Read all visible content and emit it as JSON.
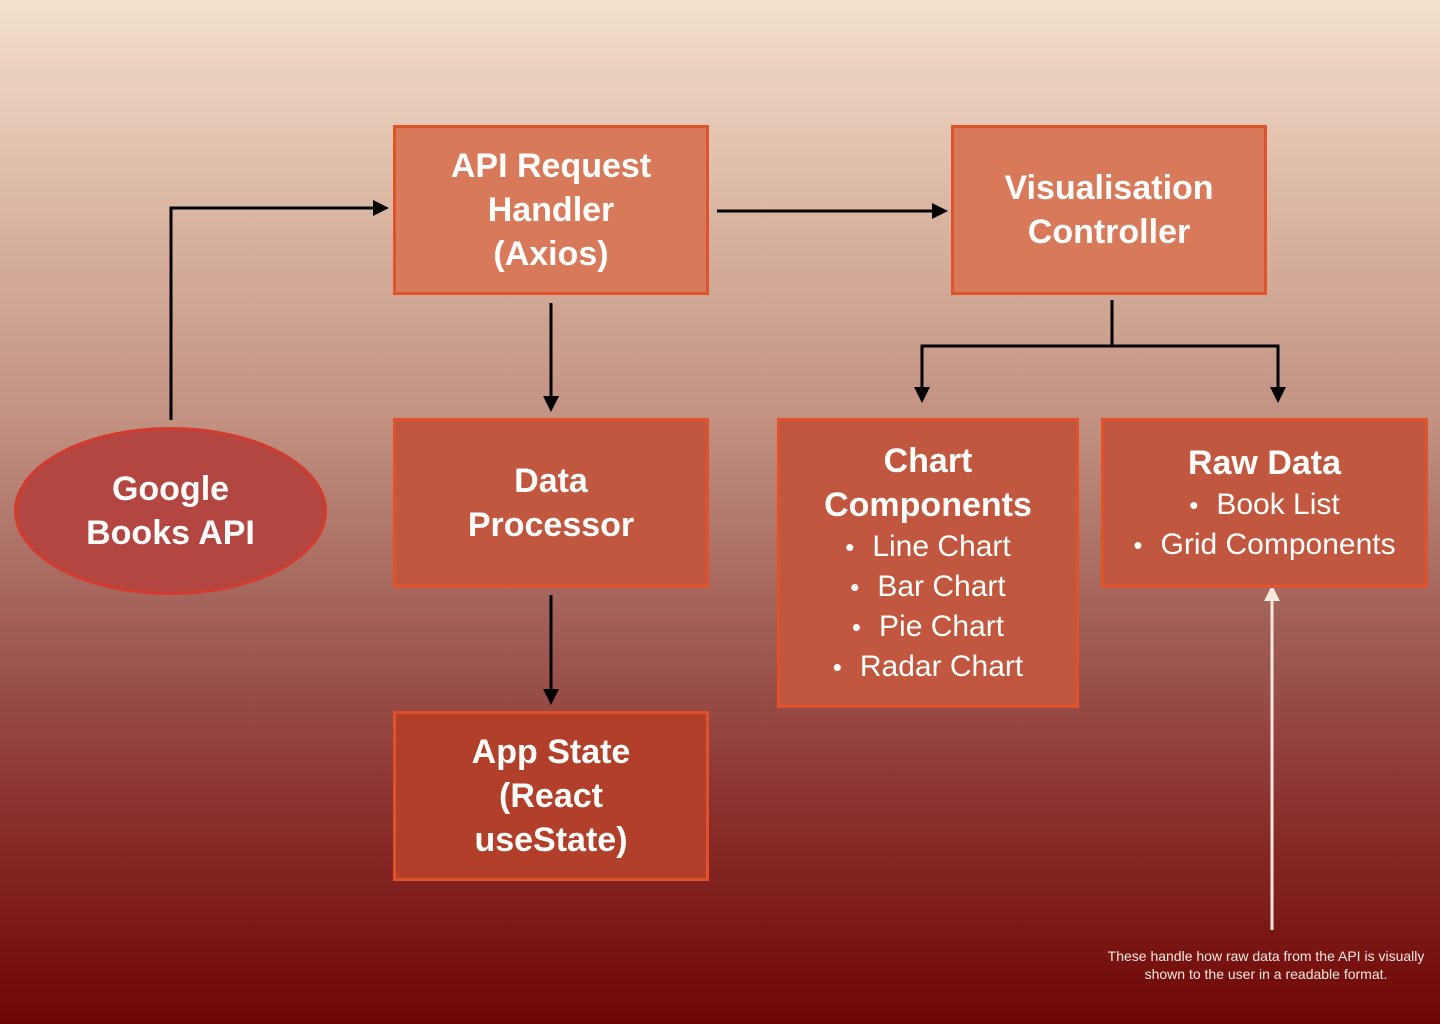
{
  "nodes": {
    "google_books_api": {
      "line1": "Google",
      "line2": "Books API"
    },
    "api_request_handler": {
      "line1": "API Request",
      "line2": "Handler",
      "line3": "(Axios)"
    },
    "data_processor": {
      "line1": "Data",
      "line2": "Processor"
    },
    "app_state": {
      "line1": "App State",
      "line2": "(React",
      "line3": "useState)"
    },
    "visualisation_controller": {
      "line1": "Visualisation",
      "line2": "Controller"
    },
    "chart_components": {
      "line1": "Chart",
      "line2": "Components",
      "items": [
        "Line Chart",
        "Bar Chart",
        "Pie Chart",
        "Radar Chart"
      ]
    },
    "raw_data": {
      "title": "Raw Data",
      "items": [
        "Book List",
        "Grid Components"
      ]
    }
  },
  "annotation": {
    "text": "These handle how raw data from the API is visually shown to the user in a readable format."
  },
  "colors": {
    "node_border": "#e0532a",
    "arrow": "#000000",
    "annotation_arrow": "#f6e8dc"
  }
}
